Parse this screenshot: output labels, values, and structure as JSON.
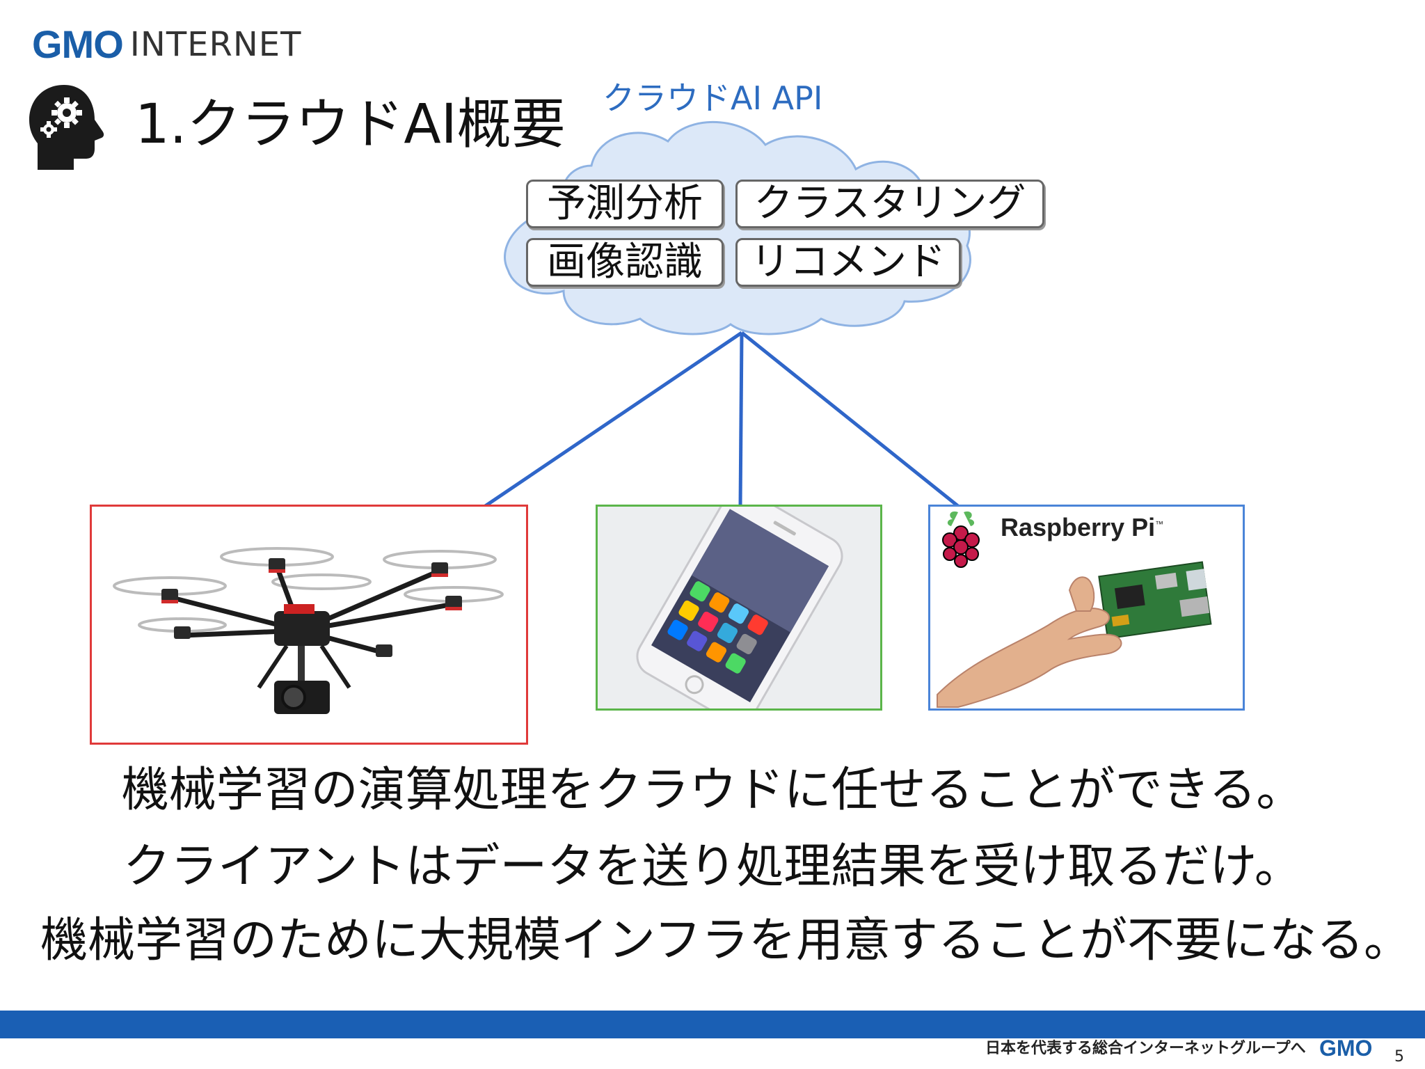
{
  "header": {
    "logo_primary": "GMO",
    "logo_secondary": "INTERNET"
  },
  "slide": {
    "title": "1.クラウドAI概要",
    "title_icon": "head-gears-icon"
  },
  "cloud": {
    "label": "クラウドAI API",
    "services": [
      "予測分析",
      "クラスタリング",
      "画像認識",
      "リコメンド"
    ]
  },
  "devices": {
    "drone_image": "drone-image",
    "phone_image": "smartphone-image",
    "pi_label": "Raspberry Pi",
    "pi_tm": "™"
  },
  "body": {
    "lines": [
      "機械学習の演算処理をクラウドに任せることができる。",
      "クライアントはデータを送り処理結果を受け取るだけ。",
      "機械学習のために大規模インフラを用意することが不要になる。"
    ]
  },
  "footer": {
    "tagline": "日本を代表する総合インターネットグループへ",
    "logo": "GMO",
    "page_number": "5"
  },
  "colors": {
    "brand_blue": "#1a5fb4",
    "cloud_fill": "#dce8f8",
    "connector": "#2f66c9",
    "drone_border": "#e03a3a",
    "phone_border": "#5bb54a",
    "pi_border": "#4a84d8"
  }
}
